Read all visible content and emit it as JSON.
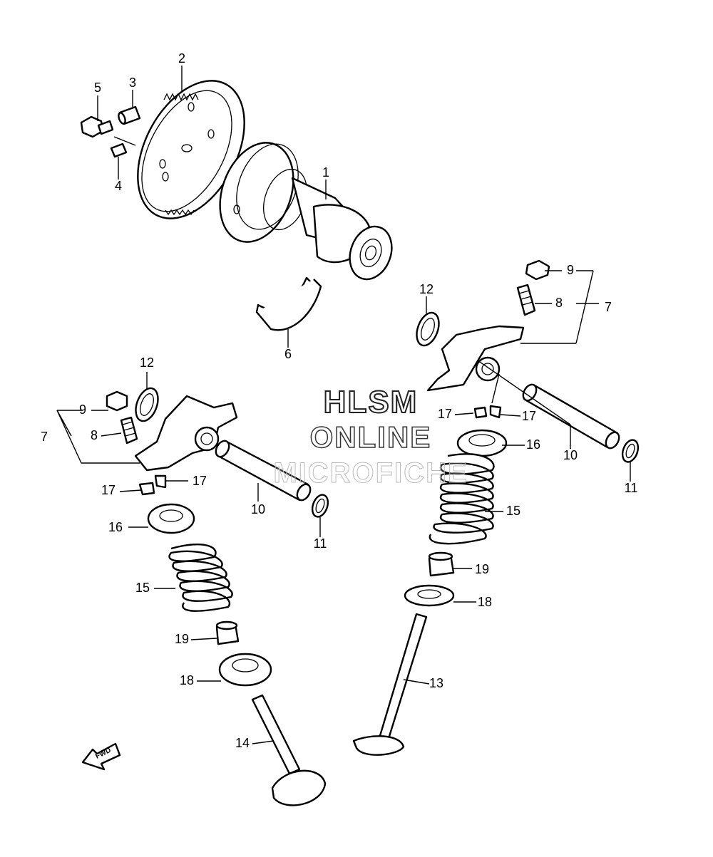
{
  "watermark": {
    "line1": "HLSM",
    "line2": "ONLINE",
    "line3": "MICROFICHE"
  },
  "fwd_label": "FWD",
  "callouts": [
    "1",
    "2",
    "3",
    "4",
    "5",
    "6",
    "7",
    "8",
    "9",
    "10",
    "11",
    "12",
    "13",
    "14",
    "15",
    "16",
    "17",
    "18",
    "19"
  ]
}
